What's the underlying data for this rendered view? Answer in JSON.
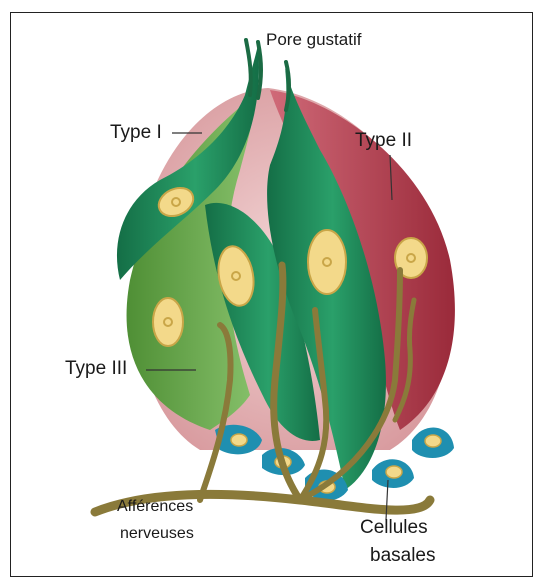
{
  "labels": {
    "pore": "Pore gustatif",
    "type1": "Type I",
    "type2": "Type II",
    "type3": "Type III",
    "afferent_line1": "Afférences",
    "afferent_line2": "nerveuses",
    "basal_line1": "Cellules",
    "basal_line2": "basales"
  },
  "colors": {
    "type1_green": "#1f8a5a",
    "type2_red": "#b53a4a",
    "type3_lightgreen": "#6aa84f",
    "basal_blue": "#1f8fb0",
    "nucleus_yellow": "#f3d98a",
    "nerve_brown": "#8a7a3a",
    "bud_pink": "#e8b8b8"
  }
}
